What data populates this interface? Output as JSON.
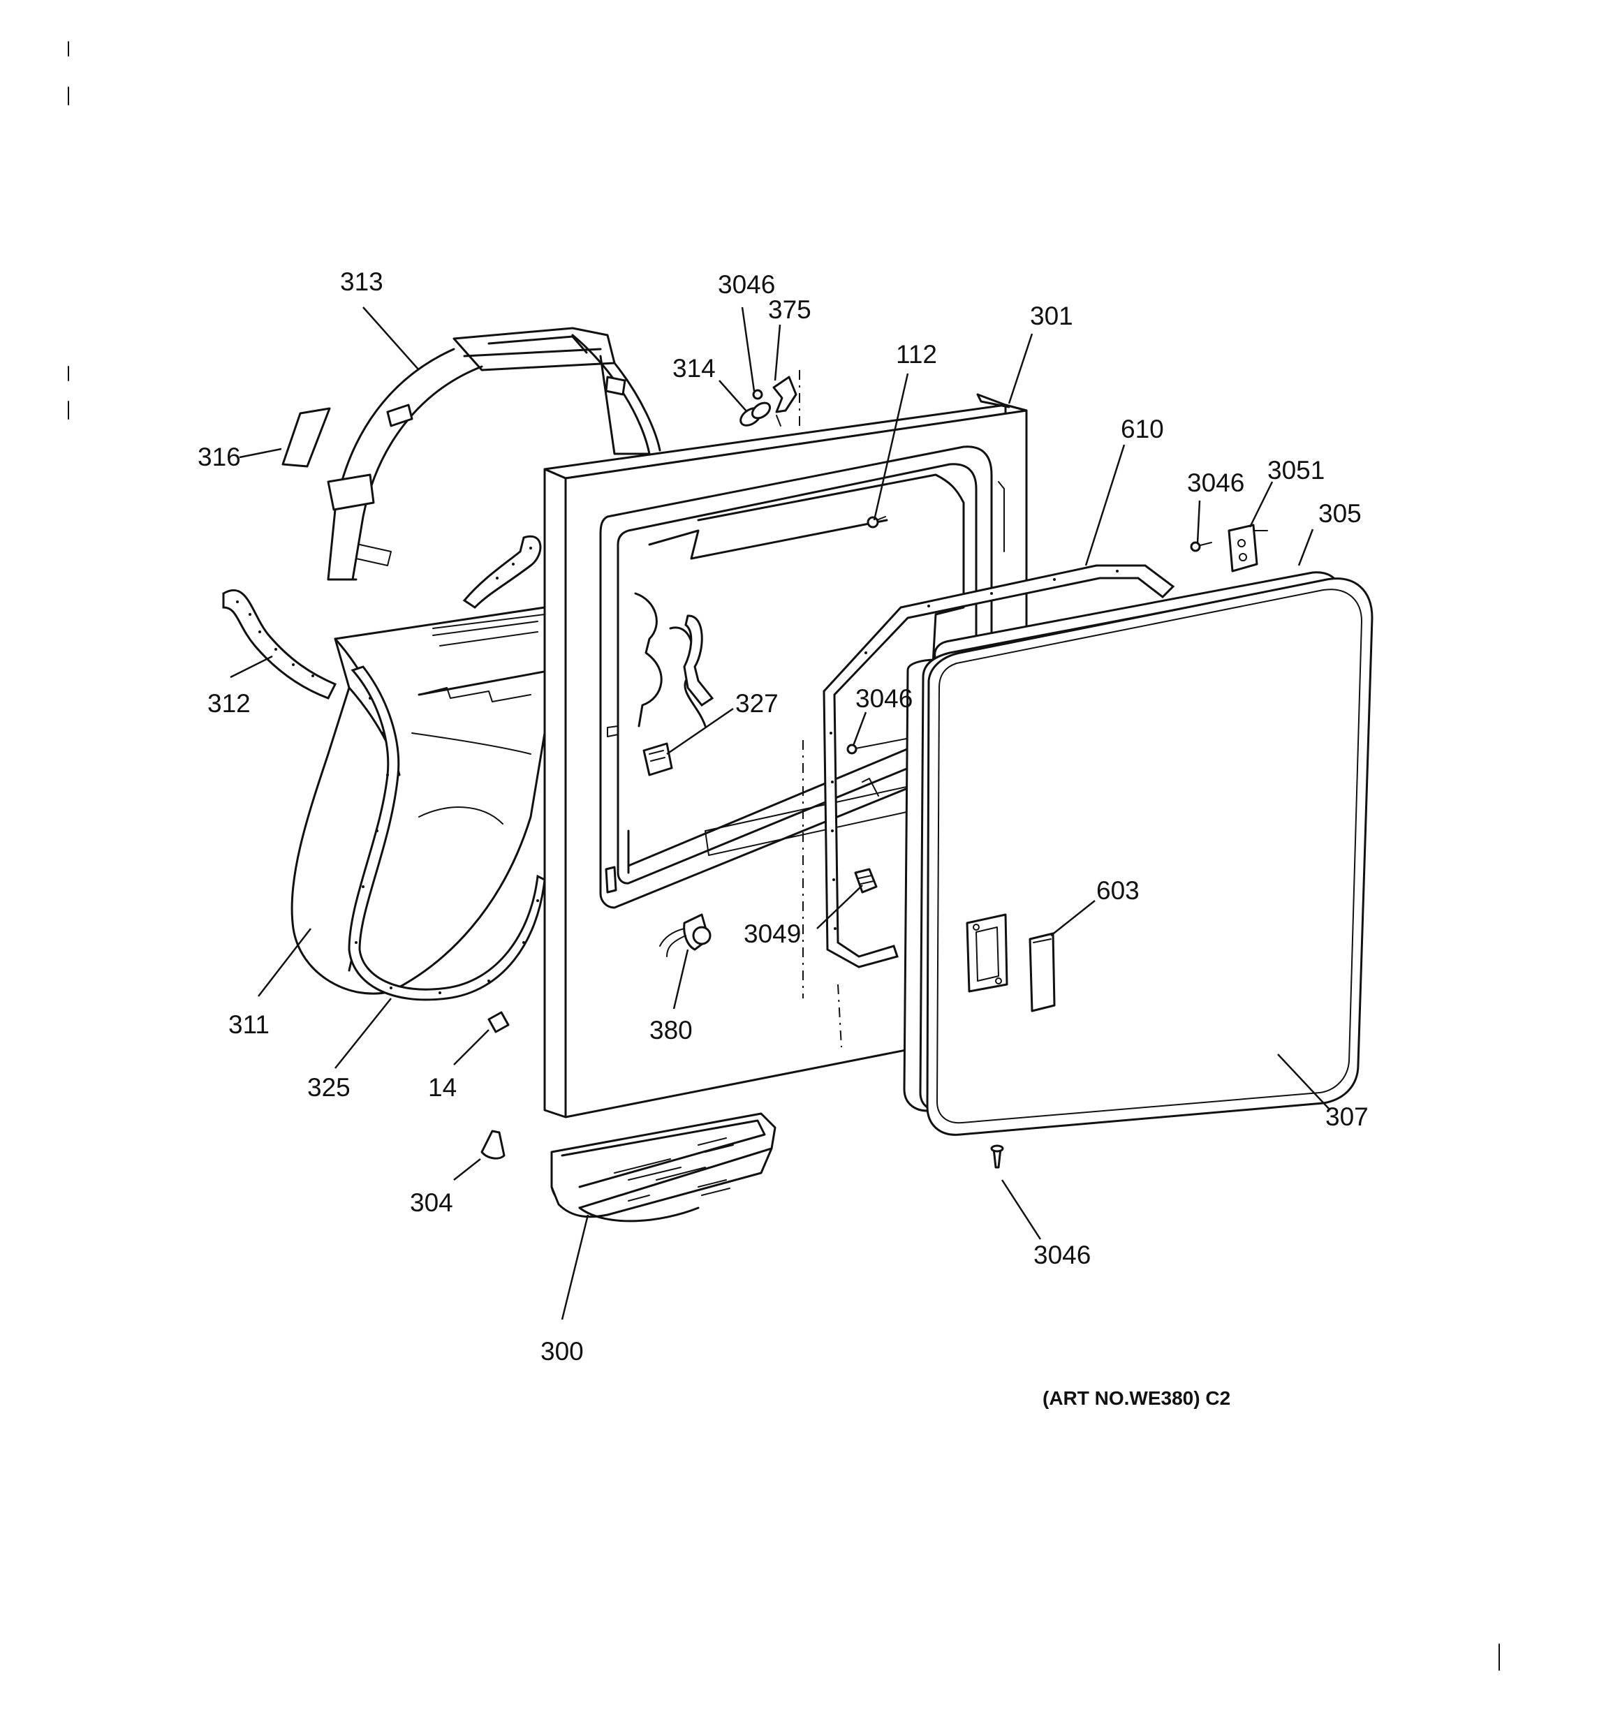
{
  "diagram": {
    "art_note": "(ART NO.WE380) C2",
    "callouts": [
      {
        "id": "313",
        "label": "313"
      },
      {
        "id": "3046a",
        "label": "3046"
      },
      {
        "id": "375",
        "label": "375"
      },
      {
        "id": "314",
        "label": "314"
      },
      {
        "id": "112",
        "label": "112"
      },
      {
        "id": "301",
        "label": "301"
      },
      {
        "id": "610",
        "label": "610"
      },
      {
        "id": "3046b",
        "label": "3046"
      },
      {
        "id": "3051",
        "label": "3051"
      },
      {
        "id": "305",
        "label": "305"
      },
      {
        "id": "316",
        "label": "316"
      },
      {
        "id": "312",
        "label": "312"
      },
      {
        "id": "327",
        "label": "327"
      },
      {
        "id": "3046c",
        "label": "3046"
      },
      {
        "id": "603",
        "label": "603"
      },
      {
        "id": "3049",
        "label": "3049"
      },
      {
        "id": "311",
        "label": "311"
      },
      {
        "id": "380",
        "label": "380"
      },
      {
        "id": "325",
        "label": "325"
      },
      {
        "id": "14",
        "label": "14"
      },
      {
        "id": "307",
        "label": "307"
      },
      {
        "id": "304",
        "label": "304"
      },
      {
        "id": "3046d",
        "label": "3046"
      },
      {
        "id": "300",
        "label": "300"
      }
    ]
  }
}
